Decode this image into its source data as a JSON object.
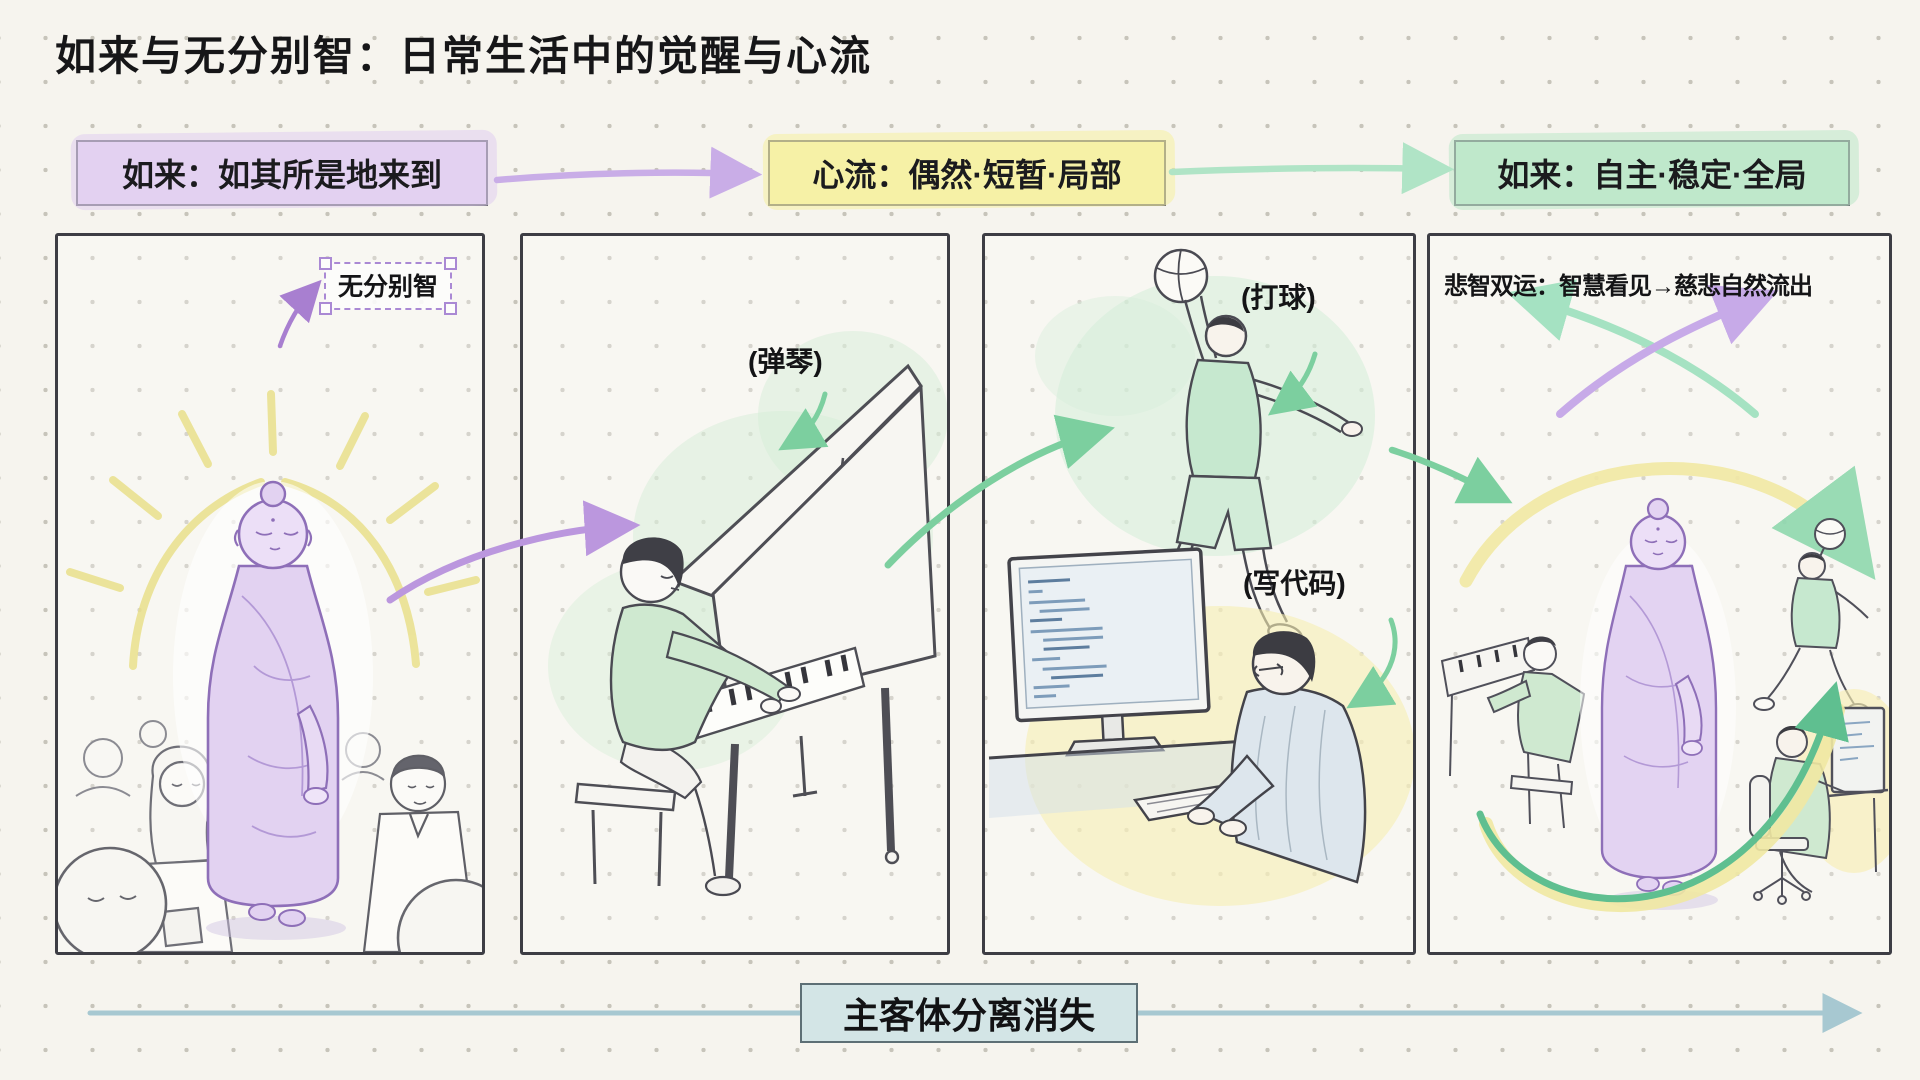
{
  "title": "如来与无分别智：日常生活中的觉醒与心流",
  "flow": {
    "stage1": {
      "label": "如来：如其所是地来到",
      "bg": "#e6d6f2"
    },
    "stage2": {
      "label": "心流：偶然·短暂·局部",
      "bg": "#f6f2ad"
    },
    "stage3": {
      "label": "如来：自主·稳定·全局",
      "bg": "#c4e9cf"
    }
  },
  "panels": {
    "p1": {
      "annotation": "无分别智"
    },
    "p2": {
      "annotation": "(弹琴)"
    },
    "p3": {
      "annotation_ball": "(打球)",
      "annotation_code": "(写代码)"
    },
    "p4": {
      "caption": "悲智双运：智慧看见→慈悲自然流出"
    }
  },
  "bottom_label": "主客体分离消失",
  "colors": {
    "purple_arrow": "#bb97de",
    "green_arrow": "#7ccf9f",
    "teal_arrow": "#a7c8d1",
    "stage1_bg": "#e6d6f2",
    "stage2_bg": "#f6f2ad",
    "stage3_bg": "#c4e9cf",
    "bottom_label_bg": "#d3e5e6"
  }
}
